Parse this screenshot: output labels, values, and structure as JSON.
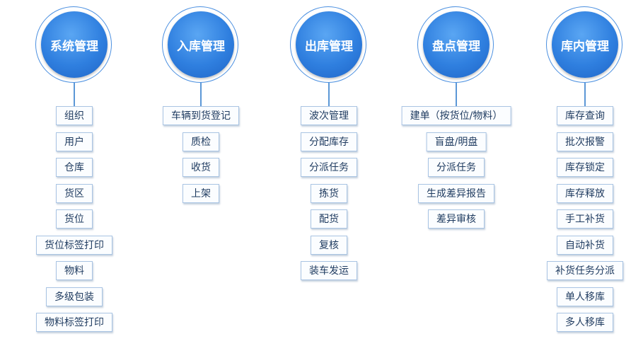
{
  "modules": [
    {
      "title": "系统管理",
      "items": [
        "组织",
        "用户",
        "仓库",
        "货区",
        "货位",
        "货位标签打印",
        "物料",
        "多级包装",
        "物料标签打印"
      ]
    },
    {
      "title": "入库管理",
      "items": [
        "车辆到货登记",
        "质检",
        "收货",
        "上架"
      ]
    },
    {
      "title": "出库管理",
      "items": [
        "波次管理",
        "分配库存",
        "分派任务",
        "拣货",
        "配货",
        "复核",
        "装车发运"
      ]
    },
    {
      "title": "盘点管理",
      "items": [
        "建单（按货位/物料）",
        "盲盘/明盘",
        "分派任务",
        "生成差异报告",
        "差异审核"
      ]
    },
    {
      "title": "库内管理",
      "items": [
        "库存查询",
        "批次报警",
        "库存锁定",
        "库存释放",
        "手工补货",
        "自动补货",
        "补货任务分派",
        "单人移库",
        "多人移库"
      ]
    }
  ]
}
